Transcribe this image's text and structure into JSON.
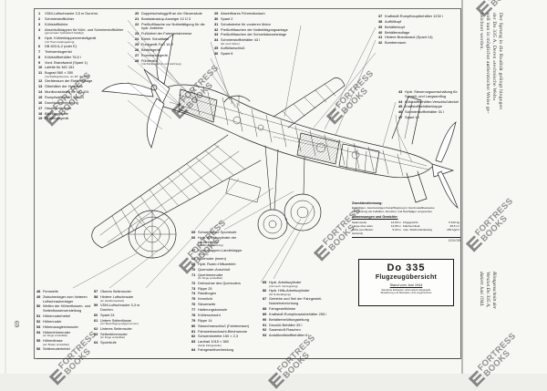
{
  "page": {
    "page_number": "69",
    "margin_text": {
      "paragraph": "Der Sprung in die Realität gelingt hingegen\nder Do 335 A. Deren »technische Welt«\nsoll nun in möglichst authentischer Weise ge-\nzeichnet werden.",
      "caption": "Röntgenschnitt der\nVersion Do 335 A,\ndatiert Juni 1944."
    },
    "watermark": {
      "line1": "FORTRESS",
      "line2": "BOOKS"
    },
    "title_box": {
      "title": "Do 335",
      "subtitle": "Flugzeugübersicht",
      "status": "Stand vom Juni 1944",
      "note1": "Sämtliche Einbauten schematisch dargestellt,",
      "note2": "Bewaffnung und Rüstsätze nicht eingezeichnet"
    },
    "spec_block": {
      "heading1": "Zweckbestimmung:",
      "desc1": "Einsitziges, zweimotoriges Kampfflugzeug in Ganzmetallbauweise",
      "desc2": "Verwendung als Aufklärer, Zerstörer und Nachtjäger vorgesehen",
      "heading2": "Abmessungen und Gewichte:",
      "rows": [
        {
          "l": "Spannweite",
          "lv": "13,80 m",
          "r": "Fluggewicht",
          "rv": "9 610 kg"
        },
        {
          "l": "Länge über alles",
          "lv": "13,85 m",
          "r": "Flächeninhalt",
          "rv": "38,5 m²"
        },
        {
          "l": "Höhe (am Boden stehend)",
          "lv": "5,00 m",
          "r": "max. Flächenbelastung",
          "rv": "250 kg/m²"
        }
      ],
      "drawing_number": "1DV/39"
    },
    "parts_list": {
      "col1": [
        {
          "n": "1",
          "t": "VDM-Luftschraube 3,5 m Durchm."
        },
        {
          "n": "2",
          "t": "Schmierstoffkühler"
        },
        {
          "n": "3",
          "t": "Kühlstoffkühler"
        },
        {
          "n": "4",
          "t": "Abschlußklappen für Kühl- und Schmierstoffkühler",
          "s": "(gemeinsam hydraulisch betätigt)"
        },
        {
          "n": "5",
          "t": "Hydr. Kühlerklappenverstellgerät",
          "s": "(mit Thermostatregelung)"
        },
        {
          "n": "6",
          "t": "DB 603 A-2 (oder E)"
        },
        {
          "n": "7",
          "t": "Triebwerksgerüst"
        },
        {
          "n": "8",
          "t": "Kühlstoffbehälter 76,5 l"
        },
        {
          "n": "9",
          "t": "Vord. Brandwand (Spant 1)"
        },
        {
          "n": "10",
          "t": "Lafette für MG 151"
        },
        {
          "n": "11",
          "t": "Bugrad 560 × 350",
          "s": "(mit Zwillingsbremse, um 90° drehbar)"
        },
        {
          "n": "12",
          "t": "Geräteraum der Elektroanlage"
        },
        {
          "n": "13",
          "t": "Ölbehälter der Hydraulik"
        },
        {
          "n": "14",
          "t": "Munitionskästen für MG 151"
        },
        {
          "n": "15",
          "t": "Rumpfwaffen MG 151/20"
        },
        {
          "n": "16",
          "t": "Durchladeeinrichtung"
        },
        {
          "n": "17",
          "t": "Hauptgerätebrett"
        },
        {
          "n": "18",
          "t": "Blindfluggeräte"
        },
        {
          "n": "19",
          "t": "Peilsteuergerät"
        }
      ],
      "col2": [
        {
          "n": "20",
          "t": "Doppelschwinggriff an der Steuersäule"
        },
        {
          "n": "21",
          "t": "Bordstatoskop-Anzeiger 12 Ü 3"
        },
        {
          "n": "22",
          "t": "Preßluftflasche zur Notbetätigung für die hydr. Antriebe"
        },
        {
          "n": "23",
          "t": "Fußhebel der Fahrwerksbremse"
        },
        {
          "n": "24",
          "t": "Elektr. Schalttafel"
        },
        {
          "n": "25",
          "t": "Funkgerät FuG 16 Z"
        },
        {
          "n": "26",
          "t": "Bediengerät"
        },
        {
          "n": "27",
          "t": "Kommandogerät"
        },
        {
          "n": "28",
          "t": "Führersitz",
          "s": "(mit Rückenpanzer und Gurtzeug)"
        }
      ],
      "col3": [
        {
          "n": "29",
          "t": "Abwerfbares Führersitzdach"
        },
        {
          "n": "30",
          "t": "Spant 2"
        },
        {
          "n": "31",
          "t": "Schubstrebe für vorderen Motor"
        },
        {
          "n": "32",
          "t": "Preßluftflaschen der Notbetätigungsanlage"
        },
        {
          "n": "33",
          "t": "Preßluftflaschen der Schnellabwurfanlage"
        },
        {
          "n": "34",
          "t": "Schmierstoffbehälter 43 l",
          "s": "(für vord. Motor)"
        },
        {
          "n": "35",
          "t": "Auffüllanschluß"
        },
        {
          "n": "36",
          "t": "Spant 6"
        }
      ],
      "col4": [
        {
          "n": "37",
          "t": "Kraftstoff-Rumpfhauptbehälter 1230 l"
        },
        {
          "n": "38",
          "t": "Auffüllkopf"
        },
        {
          "n": "39",
          "t": "Behälterkopf"
        },
        {
          "n": "40",
          "t": "Behälterauflage"
        },
        {
          "n": "41",
          "t": "Hintere Brandwand (Spant 14)"
        },
        {
          "n": "42",
          "t": "Bombenraum"
        }
      ],
      "col5": [
        {
          "n": "43",
          "t": "Hydr. Steuerungsumschaltung für Schnell- und Langsamflug"
        },
        {
          "n": "44",
          "t": "Kühlstoffbehälter-Verschlußdeckel"
        },
        {
          "n": "45",
          "t": "Kraftstoffbehälterklappe"
        },
        {
          "n": "46",
          "t": "Schmierstoffbehälter 31 l"
        },
        {
          "n": "47",
          "t": "Spant 10"
        }
      ],
      "col6": [
        {
          "n": "48",
          "t": "Fernwelle"
        },
        {
          "n": "49",
          "t": "Zwischenlager zum hinteren Luftschraubenlager"
        },
        {
          "n": "50",
          "t": "Wellen der Höhenflossen- und Seitenflossenverstellung"
        },
        {
          "n": "51",
          "t": "Höhenruderhebel"
        },
        {
          "n": "52",
          "t": "Höhenruder"
        },
        {
          "n": "53",
          "t": "Höhenausgleichsruder"
        },
        {
          "n": "54",
          "t": "Höhentrimmruder",
          "s": "(im Fluge verstellbar)"
        },
        {
          "n": "55",
          "t": "Höhenflosse",
          "s": "(am Boden einstellbar)"
        },
        {
          "n": "56",
          "t": "Seitenruderhebel"
        }
      ],
      "col7": [
        {
          "n": "57",
          "t": "Oberes Seitenruder"
        },
        {
          "n": "58",
          "t": "Hintere Luftschraube",
          "s": "(im Heckfernantrieb)"
        },
        {
          "n": "59",
          "t": "VDM-Luftschraube 3,3 m Durchm."
        },
        {
          "n": "60",
          "t": "Spant 24"
        },
        {
          "n": "61",
          "t": "Untere Seitenflosse",
          "s": "(zur Besichtigung abgenommen)"
        },
        {
          "n": "62",
          "t": "Unteres Seitenruder"
        },
        {
          "n": "63",
          "t": "Seitentrimmruder",
          "s": "(im Fluge verstellbar)"
        },
        {
          "n": "64",
          "t": "Spornkufe"
        }
      ],
      "col8": [
        {
          "n": "65",
          "t": "Schwenkbare Spornkufe"
        },
        {
          "n": "66",
          "t": "Hydr. Arbeitszylinder der Landeklappe",
          "s": "(mit Wegbegrenzung)"
        },
        {
          "n": "67",
          "t": "Spreizklappen-Landeklappe",
          "s": "(Ansicht)"
        },
        {
          "n": "68",
          "t": "Querruder (innen)"
        },
        {
          "n": "69",
          "t": "Hydr. Ruder-Hilfsantrieb"
        },
        {
          "n": "70",
          "t": "Querruder-Anschluß"
        },
        {
          "n": "71",
          "t": "Quertrimmruder",
          "s": "(im Fluge verstellbar)"
        },
        {
          "n": "72",
          "t": "Drehachse des Querruders"
        },
        {
          "n": "73",
          "t": "Rippe 25"
        },
        {
          "n": "74",
          "t": "Randbogen"
        },
        {
          "n": "75",
          "t": "Kennlicht"
        },
        {
          "n": "76",
          "t": "Steuerseile"
        },
        {
          "n": "77",
          "t": "Halterungskonsole"
        },
        {
          "n": "78",
          "t": "Kühlerschacht"
        },
        {
          "n": "79",
          "t": "Rippe 14"
        },
        {
          "n": "80",
          "t": "Staurohranschluß (Fahrtmesser)"
        },
        {
          "n": "81",
          "t": "Fahrwerksschacht-Blechwanne"
        },
        {
          "n": "82",
          "t": "Schwenkstrebe 150 × 2,3"
        },
        {
          "n": "83",
          "t": "Laufrad 1015 × 380",
          "s": "(beide Fahrgestelle)"
        },
        {
          "n": "84",
          "t": "Fahrgestellverkleidung"
        }
      ],
      "col9": [
        {
          "n": "85",
          "t": "Hydr. Arbeitszylinder",
          "s": "(mit mech. Verriegelung)"
        },
        {
          "n": "86",
          "t": "Hydr. Hilfs-Arbeitszylinder",
          "s": "(für Notbetätigung)"
        },
        {
          "n": "87",
          "t": "Getriebe und Seil der Fahrgestell-Notzieheinrichtung"
        },
        {
          "n": "88",
          "t": "Fahrgestellklinke"
        },
        {
          "n": "89",
          "t": "Kraftstoff-Rumpfzusatzbehälter 255 l"
        },
        {
          "n": "90",
          "t": "Behälterbelüftungsleitung"
        },
        {
          "n": "91",
          "t": "Drucköl-Behälter 35 l"
        },
        {
          "n": "92",
          "t": "Sauerstoff-Flaschen"
        },
        {
          "n": "93",
          "t": "Anlaßkraftstoffbehälter 6 l"
        }
      ]
    }
  }
}
